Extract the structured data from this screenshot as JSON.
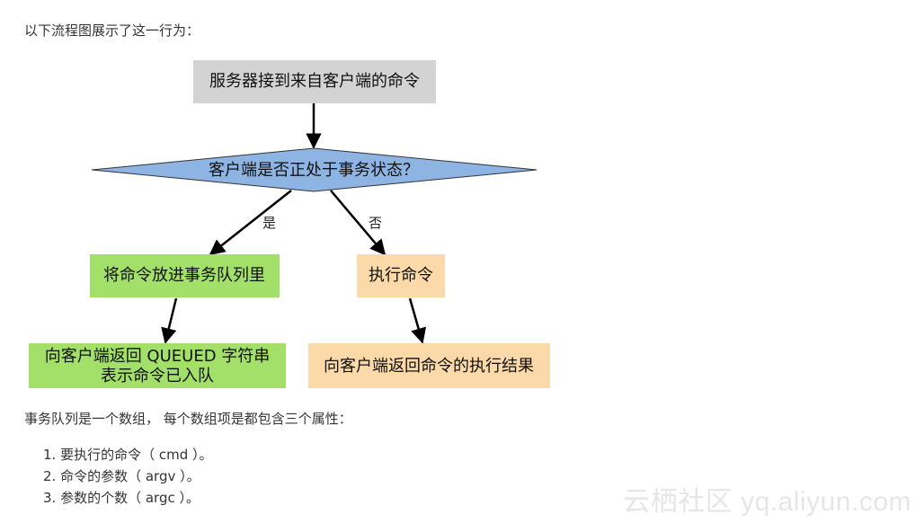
{
  "intro_text": "以下流程图展示了这一行为：",
  "flowchart": {
    "nodes": {
      "start": "服务器接到来自客户端的命令",
      "decision": "客户端是否正处于事务状态？",
      "yes_action": "将命令放进事务队列里",
      "no_action": "执行命令",
      "yes_result_line1": "向客户端返回 QUEUED 字符串",
      "yes_result_line2": "表示命令已入队",
      "no_result": "向客户端返回命令的执行结果"
    },
    "edge_labels": {
      "yes": "是",
      "no": "否"
    },
    "colors": {
      "start_fill": "#d3d3d3",
      "decision_fill": "#8db4e2",
      "green_fill": "#a3e06a",
      "orange_fill": "#fcd9a8",
      "edge": "#000000"
    }
  },
  "description": "事务队列是一个数组， 每个数组项是都包含三个属性：",
  "attributes": [
    "1. 要执行的命令（ cmd ）。",
    "2. 命令的参数（ argv ）。",
    "3. 参数的个数（ argc ）。"
  ],
  "watermark": "云栖社区 yq.aliyun.com"
}
